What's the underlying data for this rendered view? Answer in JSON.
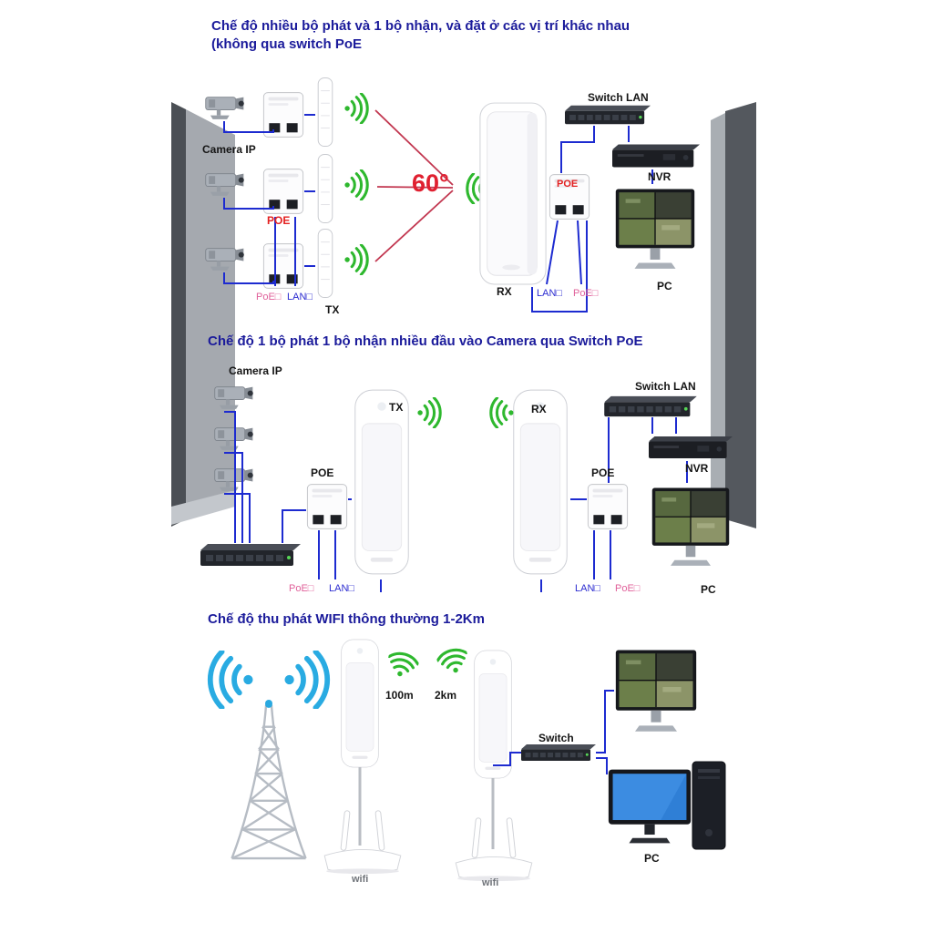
{
  "s1": {
    "title1": "Chế độ nhiều bộ phát và 1 bộ nhận, và đặt ở các vị trí khác nhau",
    "title2": "(không qua switch PoE",
    "camera_ip": "Camera IP",
    "poe_mid": "POE",
    "angle": "60°",
    "tx": "TX",
    "port_poe": "PoE□",
    "port_lan": "LAN□",
    "rx": "RX",
    "port_lan_right": "LAN□",
    "port_poe_right": "PoE□",
    "poe_right": "POE",
    "switch_lan": "Switch LAN",
    "nvr": "NVR",
    "pc": "PC"
  },
  "s2": {
    "title": "Chế độ 1 bộ phát 1 bộ nhận nhiều đầu vào Camera qua Switch PoE",
    "camera_ip": "Camera IP",
    "poe_left": "POE",
    "tx": "TX",
    "rx": "RX",
    "switch_lan": "Switch LAN",
    "nvr": "NVR",
    "poe_right": "POE",
    "pc": "PC",
    "port_poe_left": "PoE□",
    "port_lan_left": "LAN□",
    "port_lan_right": "LAN□",
    "port_poe_right": "PoE□"
  },
  "s3": {
    "title": "Chế độ thu phát WIFI thông thường 1-2Km",
    "d1": "100m",
    "d2": "2km",
    "switch": "Switch",
    "wifi_left": "wifi",
    "wifi_right": "wifi",
    "pc": "PC"
  },
  "colors": {
    "title_navy": "#1b1b9b",
    "label_red": "#e32020",
    "port_pink": "#e0609a",
    "port_blue": "#2b2bd0",
    "wifi_green": "#2eb82e",
    "wifi_blue": "#29abe2",
    "cable_blue": "#1d2bd0",
    "signal_red": "#c23750"
  }
}
